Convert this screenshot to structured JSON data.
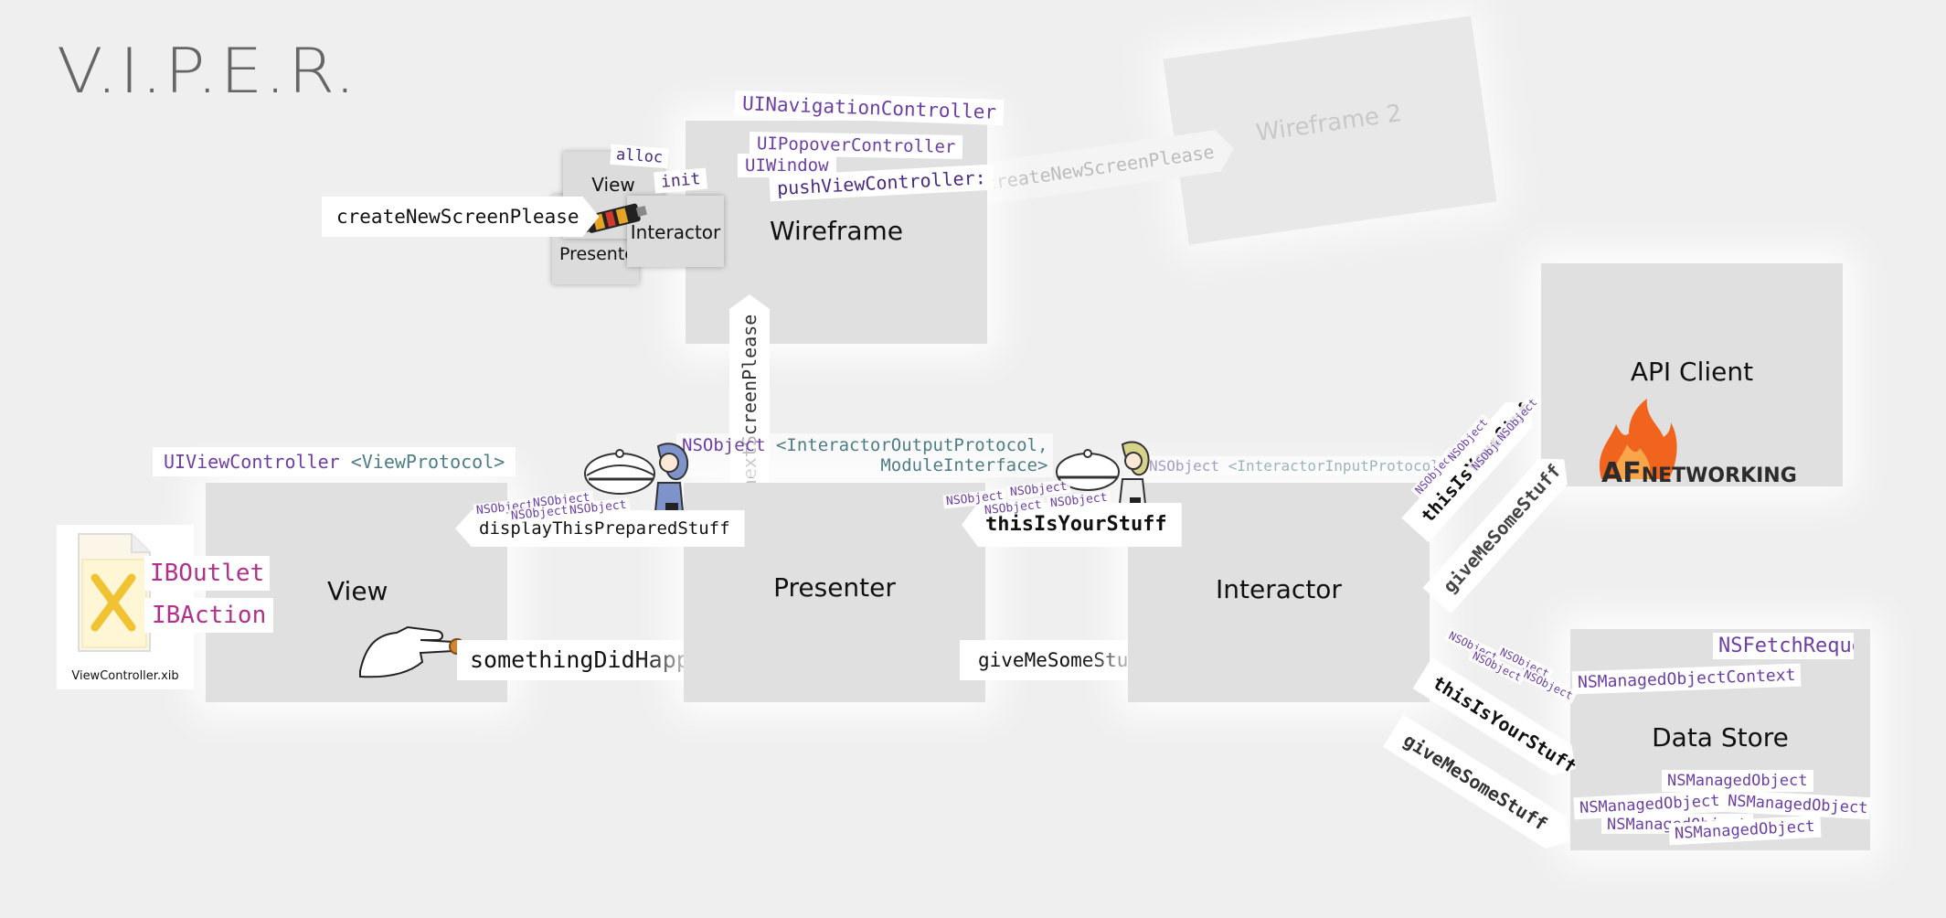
{
  "title": "V.I.P.E.R.",
  "boxes": {
    "view": "View",
    "presenter": "Presenter",
    "interactor": "Interactor",
    "wireframe": "Wireframe",
    "wireframe2": "Wireframe 2",
    "api_client": "API Client",
    "data_store": "Data Store"
  },
  "mini_stack": {
    "view": "View",
    "interactor": "Interactor",
    "presenter": "Presente",
    "alloc": "alloc",
    "init": "init"
  },
  "wireframe_tags": {
    "nav": "UINavigationController",
    "popover": "UIPopoverController",
    "window": "UIWindow",
    "push": "pushViewController:"
  },
  "arrows": {
    "create_new_screen": "createNewScreenPlease",
    "create_new_screen_faded": "createNewScreenPlease",
    "next_screen": "nextScreenPlease",
    "display_prepared": "displayThisPreparedStuff",
    "something_happened": "somethingDidHappen",
    "this_is_your_stuff": "thisIsYourStuff",
    "give_me_some_stuff": "giveMeSomeStuff",
    "api_this_is_your_stuff": "thisIsYourStuff",
    "api_give_me_some_stuff": "giveMeSomeStuff",
    "ds_this_is_your_stuff": "thisIsYourStuff",
    "ds_give_me_some_stuff": "giveMeSomeStuff"
  },
  "protocols": {
    "view_class": "UIViewController",
    "view_protocol": "<ViewProtocol>",
    "presenter_class": "NSObject",
    "presenter_protocol_1": "<InteractorOutputProtocol,",
    "presenter_protocol_2": "ModuleInterface>",
    "interactor_class": "NSObject",
    "interactor_protocol": "<InteractorInputProtocol>"
  },
  "xib": {
    "outlet": "IBOutlet",
    "action": "IBAction",
    "filename": "ViewController.xib",
    "icon": "xib-file-icon"
  },
  "nsobject": "NSObject",
  "api": {
    "logo_text_1": "AF",
    "logo_text_2": "NETWORKING"
  },
  "data_store_tags": {
    "fetch": "NSFetchRequest",
    "context": "NSManagedObjectContext",
    "mo1": "NSManagedObject",
    "mo2": "NSManagedObject",
    "mo3": "NSManagedObject",
    "mo4": "NSManagedObject",
    "mo5": "NSManagedObject"
  },
  "icons": {
    "pointing_hand": "pointing-hand-icon",
    "waiter": "waiter-icon",
    "glue_tube": "glue-tube-icon",
    "flame": "flame-icon"
  },
  "colors": {
    "box_fill": "#e0e0e0",
    "background": "#efefef",
    "purple": "#6b3fa3",
    "teal": "#4e7d85",
    "magenta": "#b0318a",
    "afnetworking_orange": "#f0641e"
  }
}
